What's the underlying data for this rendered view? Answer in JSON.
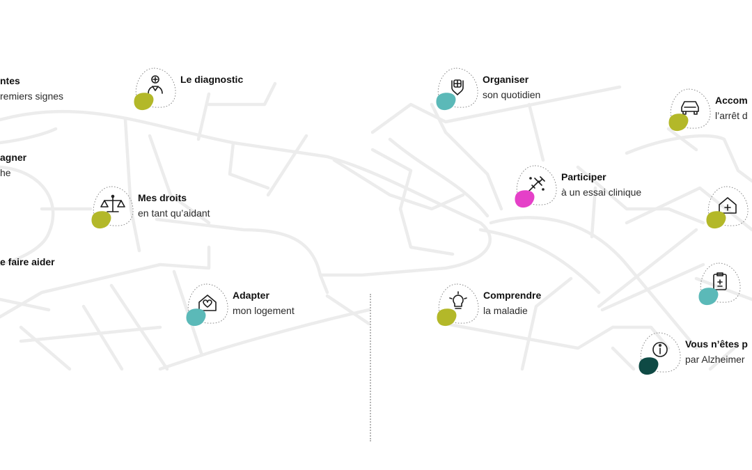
{
  "colors": {
    "olive": "#b3b829",
    "teal": "#5bb9b8",
    "pink": "#e540c8",
    "dark_green": "#0f4a45",
    "road": "#ececec",
    "ink": "#1b1b1b"
  },
  "items": [
    {
      "key": "symptoms",
      "title": "ntes",
      "subtitle": "remiers signes",
      "icon": "none",
      "blob": "olive"
    },
    {
      "key": "diagnostic",
      "title": "Le diagnostic",
      "subtitle": "",
      "icon": "doctor-icon",
      "blob": "olive"
    },
    {
      "key": "accompany-close",
      "title": "agner",
      "subtitle": "he",
      "icon": "none",
      "blob": "olive"
    },
    {
      "key": "rights",
      "title": "Mes droits",
      "subtitle": "en tant qu’aidant",
      "icon": "scales-icon",
      "blob": "olive"
    },
    {
      "key": "get-help",
      "title": "e faire aider",
      "subtitle": "",
      "icon": "none",
      "blob": "olive"
    },
    {
      "key": "housing",
      "title": "Adapter",
      "subtitle": "mon logement",
      "icon": "house-heart-icon",
      "blob": "teal"
    },
    {
      "key": "daily",
      "title": "Organiser",
      "subtitle": "son quotidien",
      "icon": "care-hands-icon",
      "blob": "teal"
    },
    {
      "key": "driving",
      "title": "Accom",
      "subtitle": "l’arrêt d",
      "icon": "car-icon",
      "blob": "olive"
    },
    {
      "key": "trial",
      "title": "Participer",
      "subtitle": "à un essai clinique",
      "icon": "syringe-icon",
      "blob": "pink"
    },
    {
      "key": "home-medical",
      "title": "",
      "subtitle": "",
      "icon": "house-cross-icon",
      "blob": "olive"
    },
    {
      "key": "clipboard",
      "title": "",
      "subtitle": "",
      "icon": "clipboard-icon",
      "blob": "teal"
    },
    {
      "key": "understand",
      "title": "Comprendre",
      "subtitle": "la maladie",
      "icon": "lightbulb-icon",
      "blob": "olive"
    },
    {
      "key": "not-alzheimer",
      "title": "Vous n’êtes p",
      "subtitle": "par Alzheimer",
      "icon": "info-icon",
      "blob": "dark_green"
    }
  ]
}
